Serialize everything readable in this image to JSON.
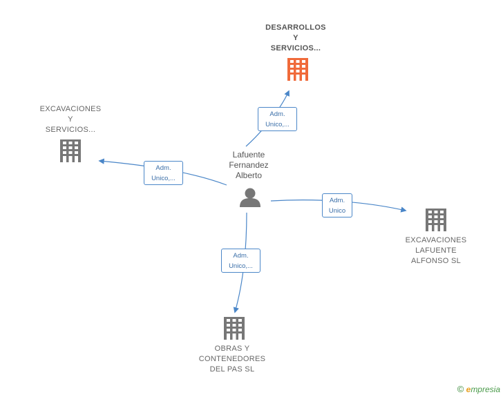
{
  "colors": {
    "edge": "#4a86c8",
    "building": "#777777",
    "building_highlight": "#f06a3a",
    "person": "#777777"
  },
  "center": {
    "name": "Lafuente\nFernandez\nAlberto",
    "icon": "person-icon"
  },
  "nodes": [
    {
      "id": "desarrollos",
      "name": "DESARROLLOS\nY\nSERVICIOS...",
      "icon": "building-icon",
      "highlight": true
    },
    {
      "id": "excavaciones_servicios",
      "name": "EXCAVACIONES\nY\nSERVICIOS...",
      "icon": "building-icon",
      "highlight": false
    },
    {
      "id": "excavaciones_lafuente",
      "name": "EXCAVACIONES\nLAFUENTE\nALFONSO  SL",
      "icon": "building-icon",
      "highlight": false
    },
    {
      "id": "obras",
      "name": "OBRAS Y\nCONTENEDORES\nDEL PAS  SL",
      "icon": "building-icon",
      "highlight": false
    }
  ],
  "edges": [
    {
      "to": "desarrollos",
      "label": "Adm.\nUnico,..."
    },
    {
      "to": "excavaciones_servicios",
      "label": "Adm.\nUnico,..."
    },
    {
      "to": "excavaciones_lafuente",
      "label": "Adm.\nUnico"
    },
    {
      "to": "obras",
      "label": "Adm.\nUnico,..."
    }
  ],
  "brand": {
    "copyright": "©",
    "first_letter": "e",
    "rest": "mpresia"
  }
}
